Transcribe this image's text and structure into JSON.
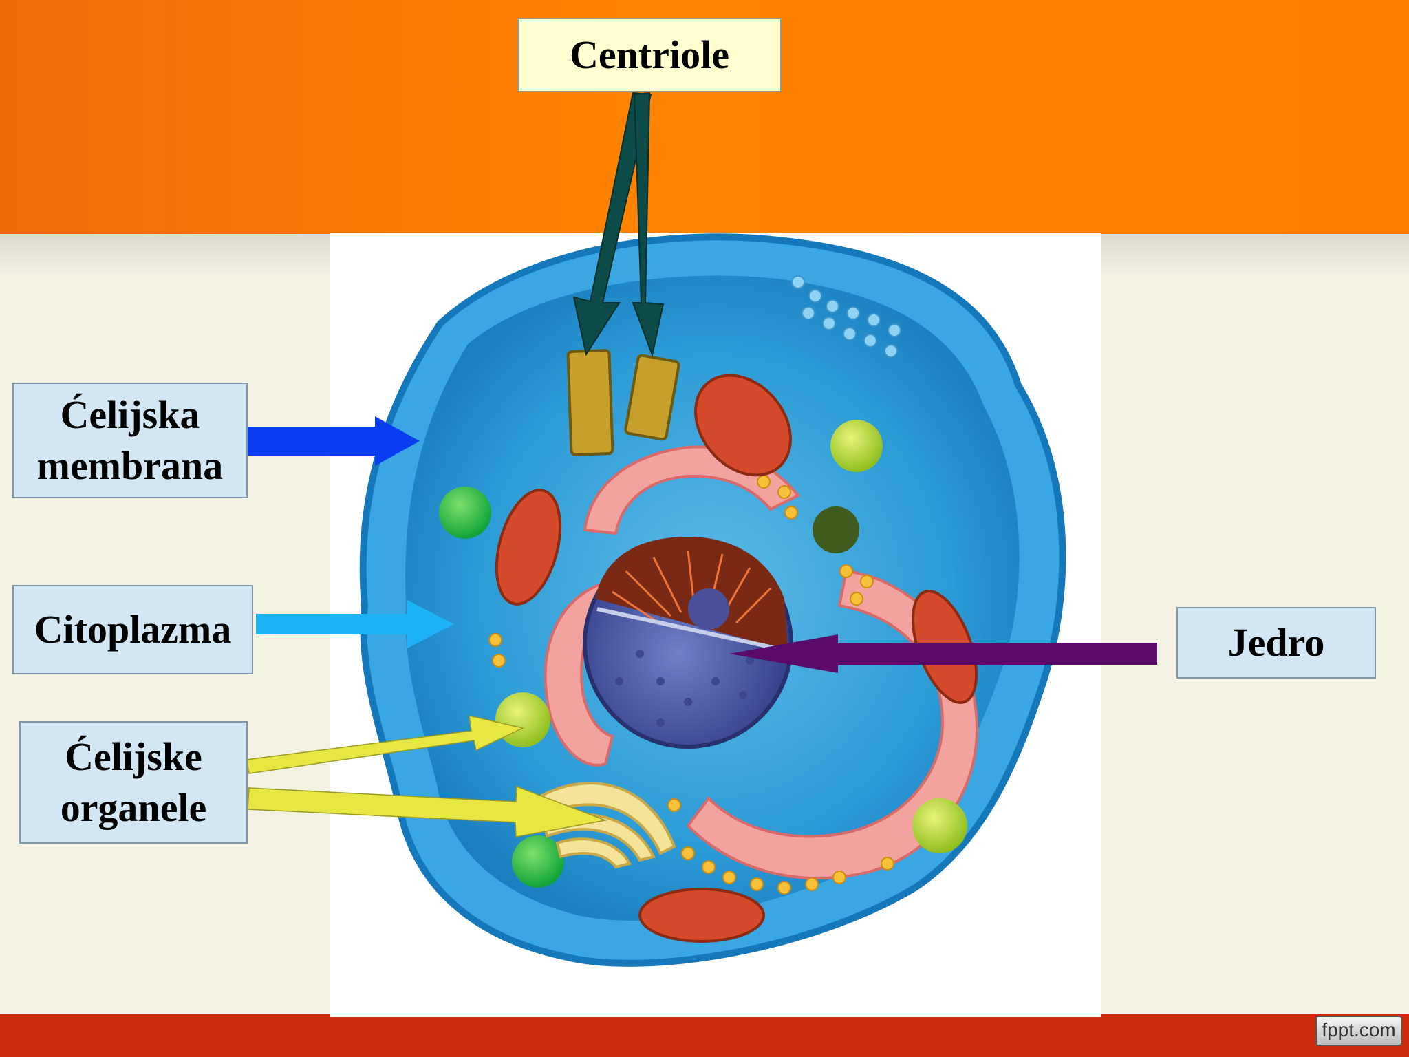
{
  "labels": {
    "centriole": "Centriole",
    "cell_membrane_line1": "Ćelijska",
    "cell_membrane_line2": "membrana",
    "cytoplasm": "Citoplazma",
    "organelles_line1": "Ćelijske",
    "organelles_line2": "organele",
    "nucleus": "Jedro"
  },
  "watermark": "fppt.com",
  "colors": {
    "header": "#ff8000",
    "footer": "#cc2b0c",
    "label_box": "#d3e6f4",
    "centriole_box": "#fefed0",
    "centriole_arrow": "#0c4b47",
    "membrane_arrow": "#0b3df0",
    "cytoplasm_arrow": "#1cb2f4",
    "organelle_arrow": "#e7e743",
    "nucleus_arrow": "#5a0a68"
  }
}
